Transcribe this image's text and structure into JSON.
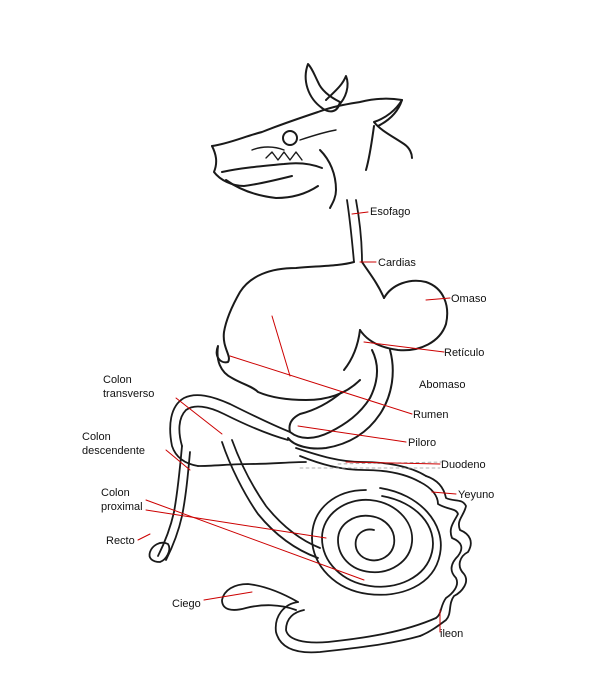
{
  "colors": {
    "outline": "#1a1a1a",
    "leader": "#cc0000",
    "dashed": "#999999",
    "background": "#ffffff"
  },
  "labels": {
    "esofago": "Esofago",
    "cardias": "Cardias",
    "omaso": "Omaso",
    "reticulo": "Retículo",
    "abomaso": "Abomaso",
    "rumen": "Rumen",
    "piloro": "Piloro",
    "duodeno": "Duodeno",
    "yeyuno": "Yeyuno",
    "ileon": "ileon",
    "colon_transverso_1": "Colon",
    "colon_transverso_2": "transverso",
    "colon_descendente_1": "Colon",
    "colon_descendente_2": "descendente",
    "colon_proximal_1": "Colon",
    "colon_proximal_2": "proximal",
    "recto": "Recto",
    "ciego": "Ciego"
  }
}
